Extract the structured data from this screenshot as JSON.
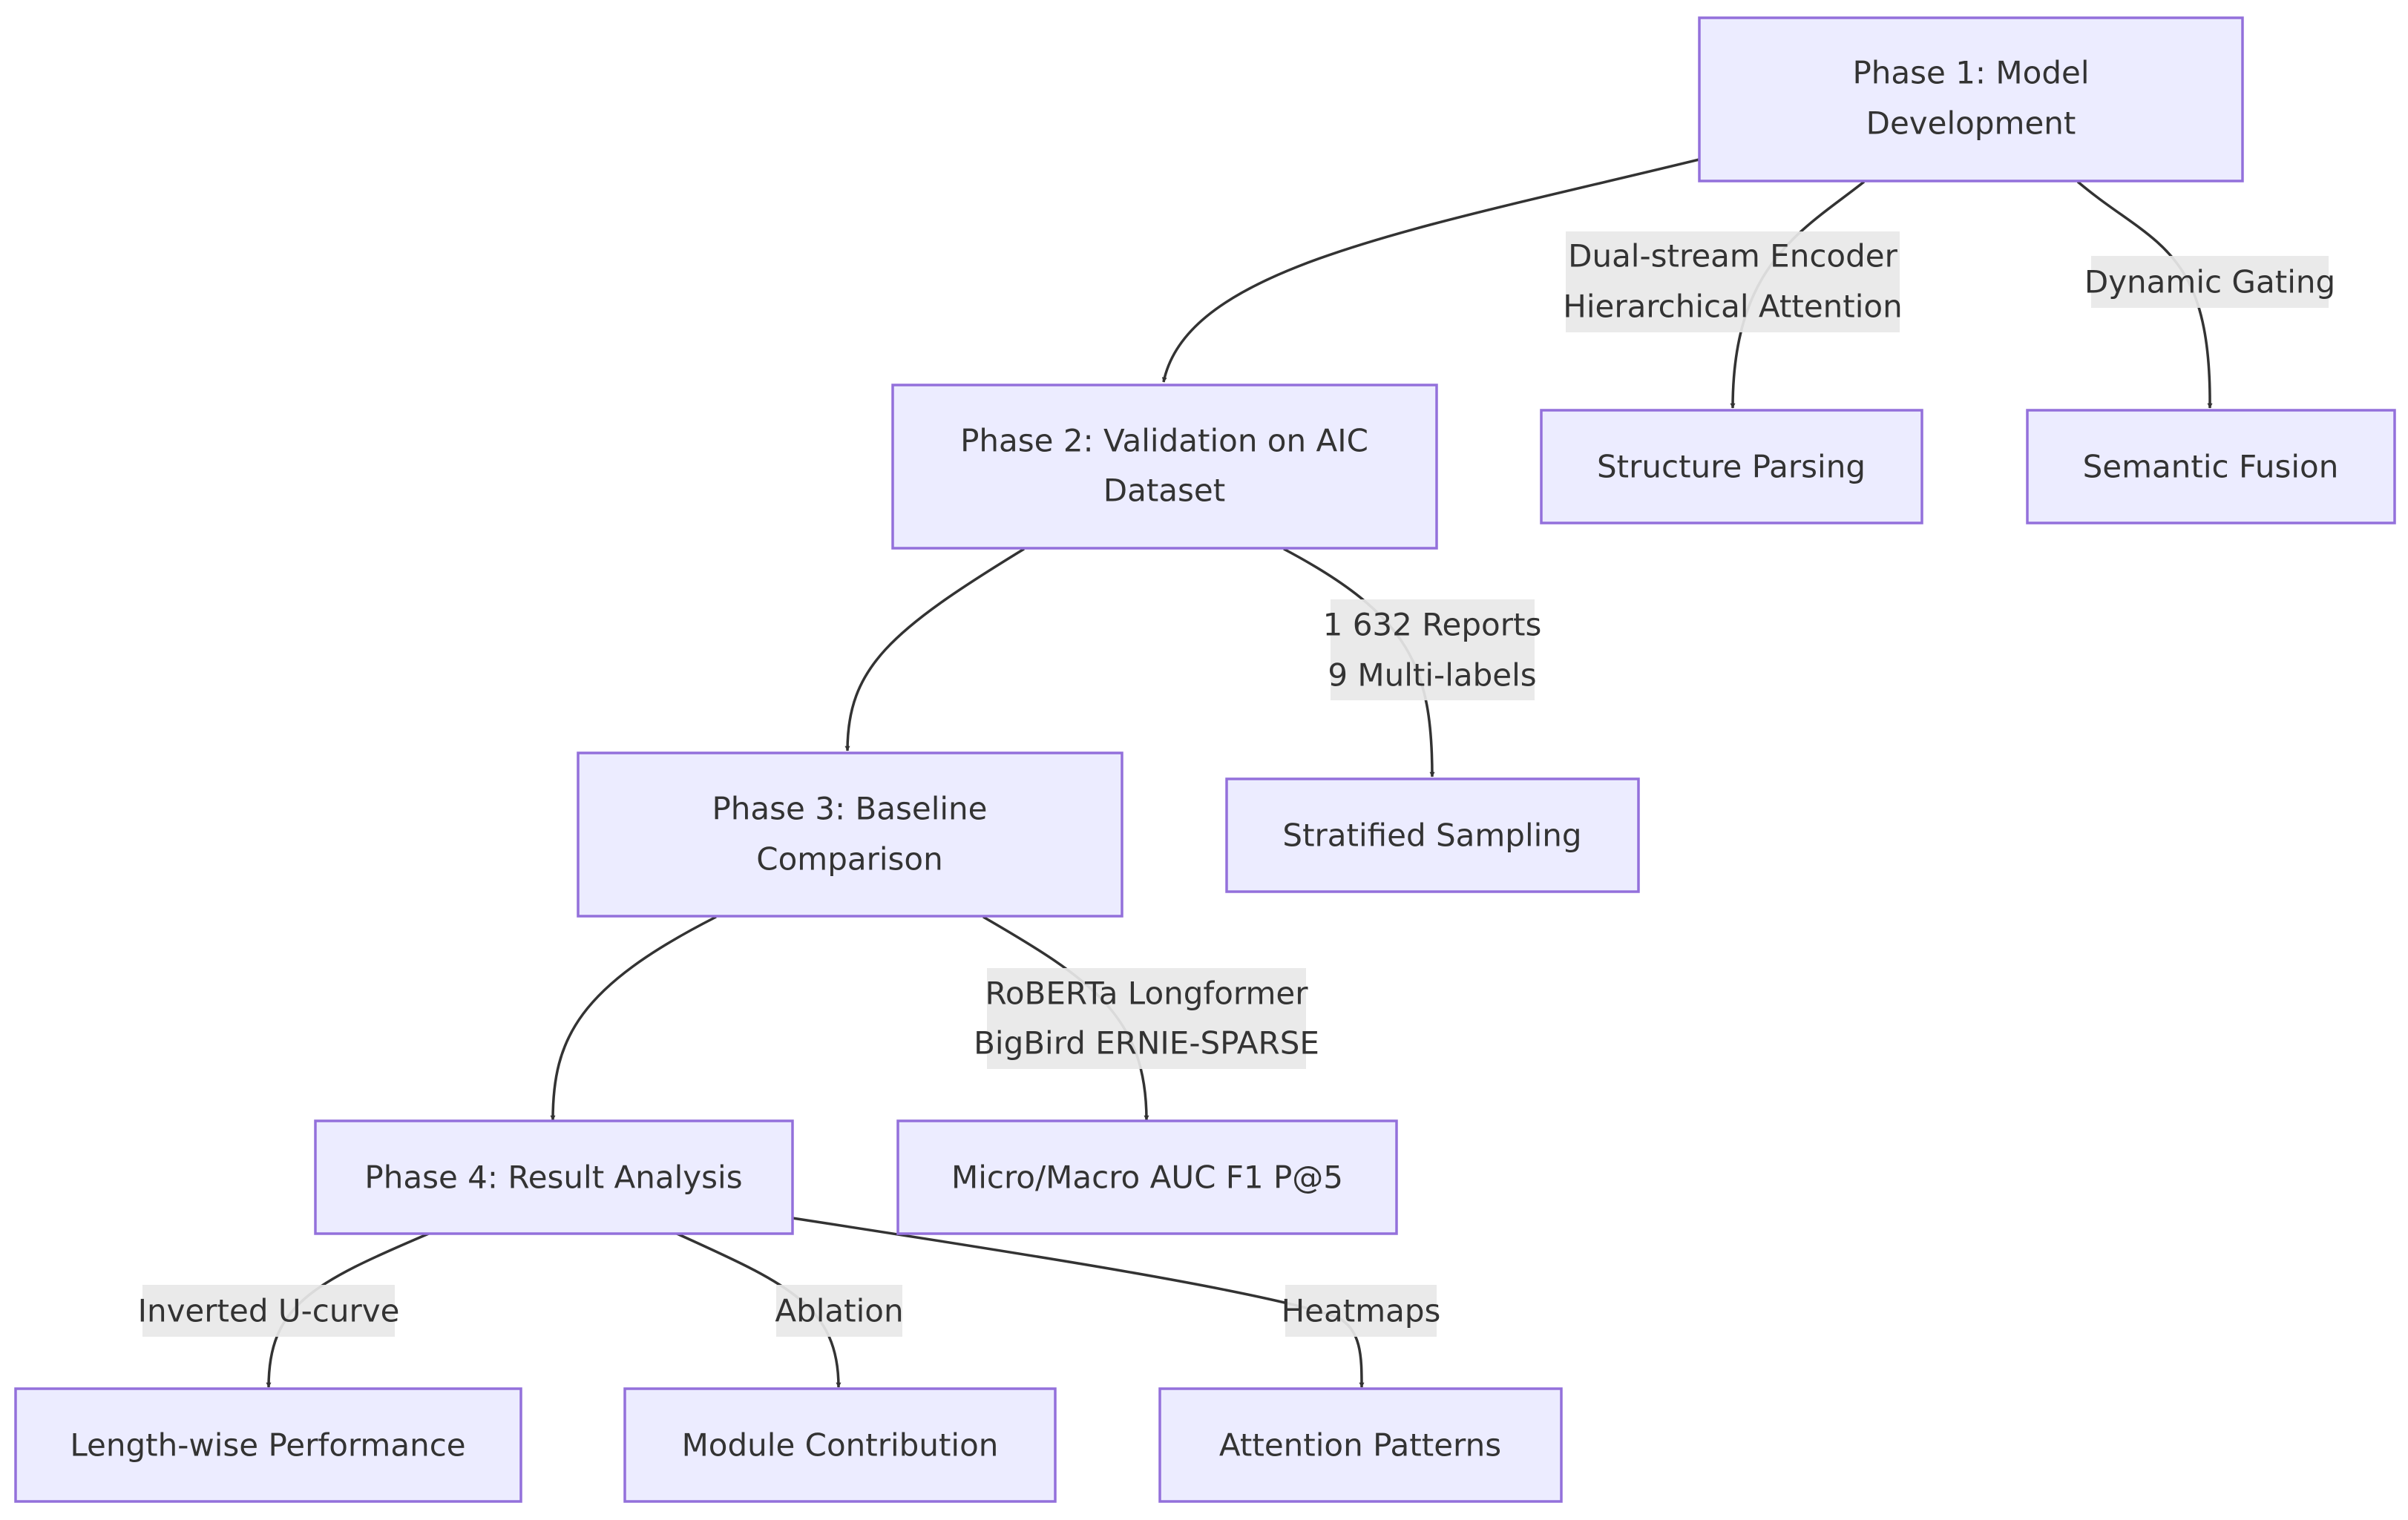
{
  "diagram": {
    "nodes": {
      "p1": [
        "Phase 1: Model",
        "Development"
      ],
      "p2": [
        "Phase 2: Validation on AIC",
        "Dataset"
      ],
      "p3": [
        "Phase 3: Baseline",
        "Comparison"
      ],
      "p4": [
        "Phase 4: Result Analysis"
      ],
      "structure": [
        "Structure Parsing"
      ],
      "semantic": [
        "Semantic Fusion"
      ],
      "stratified": [
        "Stratified Sampling"
      ],
      "metrics": [
        "Micro/Macro AUC F1 P@5"
      ],
      "length": [
        "Length-wise Performance"
      ],
      "module": [
        "Module Contribution"
      ],
      "attention": [
        "Attention Patterns"
      ]
    },
    "edge_labels": {
      "p1_structure": [
        "Dual-stream Encoder",
        "Hierarchical Attention"
      ],
      "p1_semantic": [
        "Dynamic Gating"
      ],
      "p2_stratified": [
        "1 632 Reports",
        "9 Multi-labels"
      ],
      "p3_metrics": [
        "RoBERTa Longformer",
        "BigBird ERNIE-SPARSE"
      ],
      "p4_length": [
        "Inverted U-curve"
      ],
      "p4_module": [
        "Ablation"
      ],
      "p4_attention": [
        "Heatmaps"
      ]
    },
    "colors": {
      "node_fill": "#ECECFF",
      "node_stroke": "#9370DB",
      "edge": "#333333",
      "label_bg": "#e8e8e8"
    }
  }
}
